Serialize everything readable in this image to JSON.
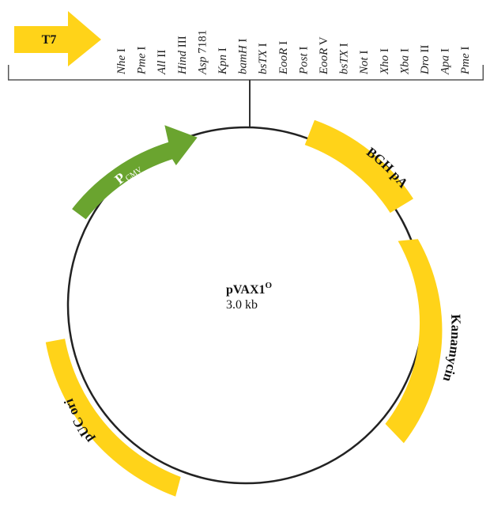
{
  "t7_label": "T7",
  "restriction_sites": [
    {
      "name": "Nhe",
      "suffix": " I"
    },
    {
      "name": "Pme",
      "suffix": " I"
    },
    {
      "name": "All",
      "suffix": " II"
    },
    {
      "name": "Hind",
      "suffix": " III"
    },
    {
      "name": "Asp",
      "suffix": " 7181"
    },
    {
      "name": "Kpn",
      "suffix": " I"
    },
    {
      "name": "bamH",
      "suffix": " I"
    },
    {
      "name": "bsTX",
      "suffix": " I"
    },
    {
      "name": "EooR",
      "suffix": " I"
    },
    {
      "name": "Post",
      "suffix": " I"
    },
    {
      "name": "EooR",
      "suffix": " V"
    },
    {
      "name": "bsTX",
      "suffix": " I"
    },
    {
      "name": "Not",
      "suffix": " I"
    },
    {
      "name": "Xho",
      "suffix": " I"
    },
    {
      "name": "Xba",
      "suffix": " I"
    },
    {
      "name": "Dro",
      "suffix": " II"
    },
    {
      "name": "Apa",
      "suffix": " I"
    },
    {
      "name": "Pme",
      "suffix": " I"
    }
  ],
  "plasmid": {
    "name": "pVAX1",
    "name_superscript": "O",
    "size": "3.0 kb"
  },
  "features": {
    "pcmv": {
      "main": "P",
      "sub": "CMV"
    },
    "bgh": "BGH pA",
    "kan": "Kanamycin",
    "puc": "pUC ori"
  },
  "colors": {
    "promoter": "#6aa42f",
    "feature": "#ffd319",
    "backbone": "#222222"
  }
}
